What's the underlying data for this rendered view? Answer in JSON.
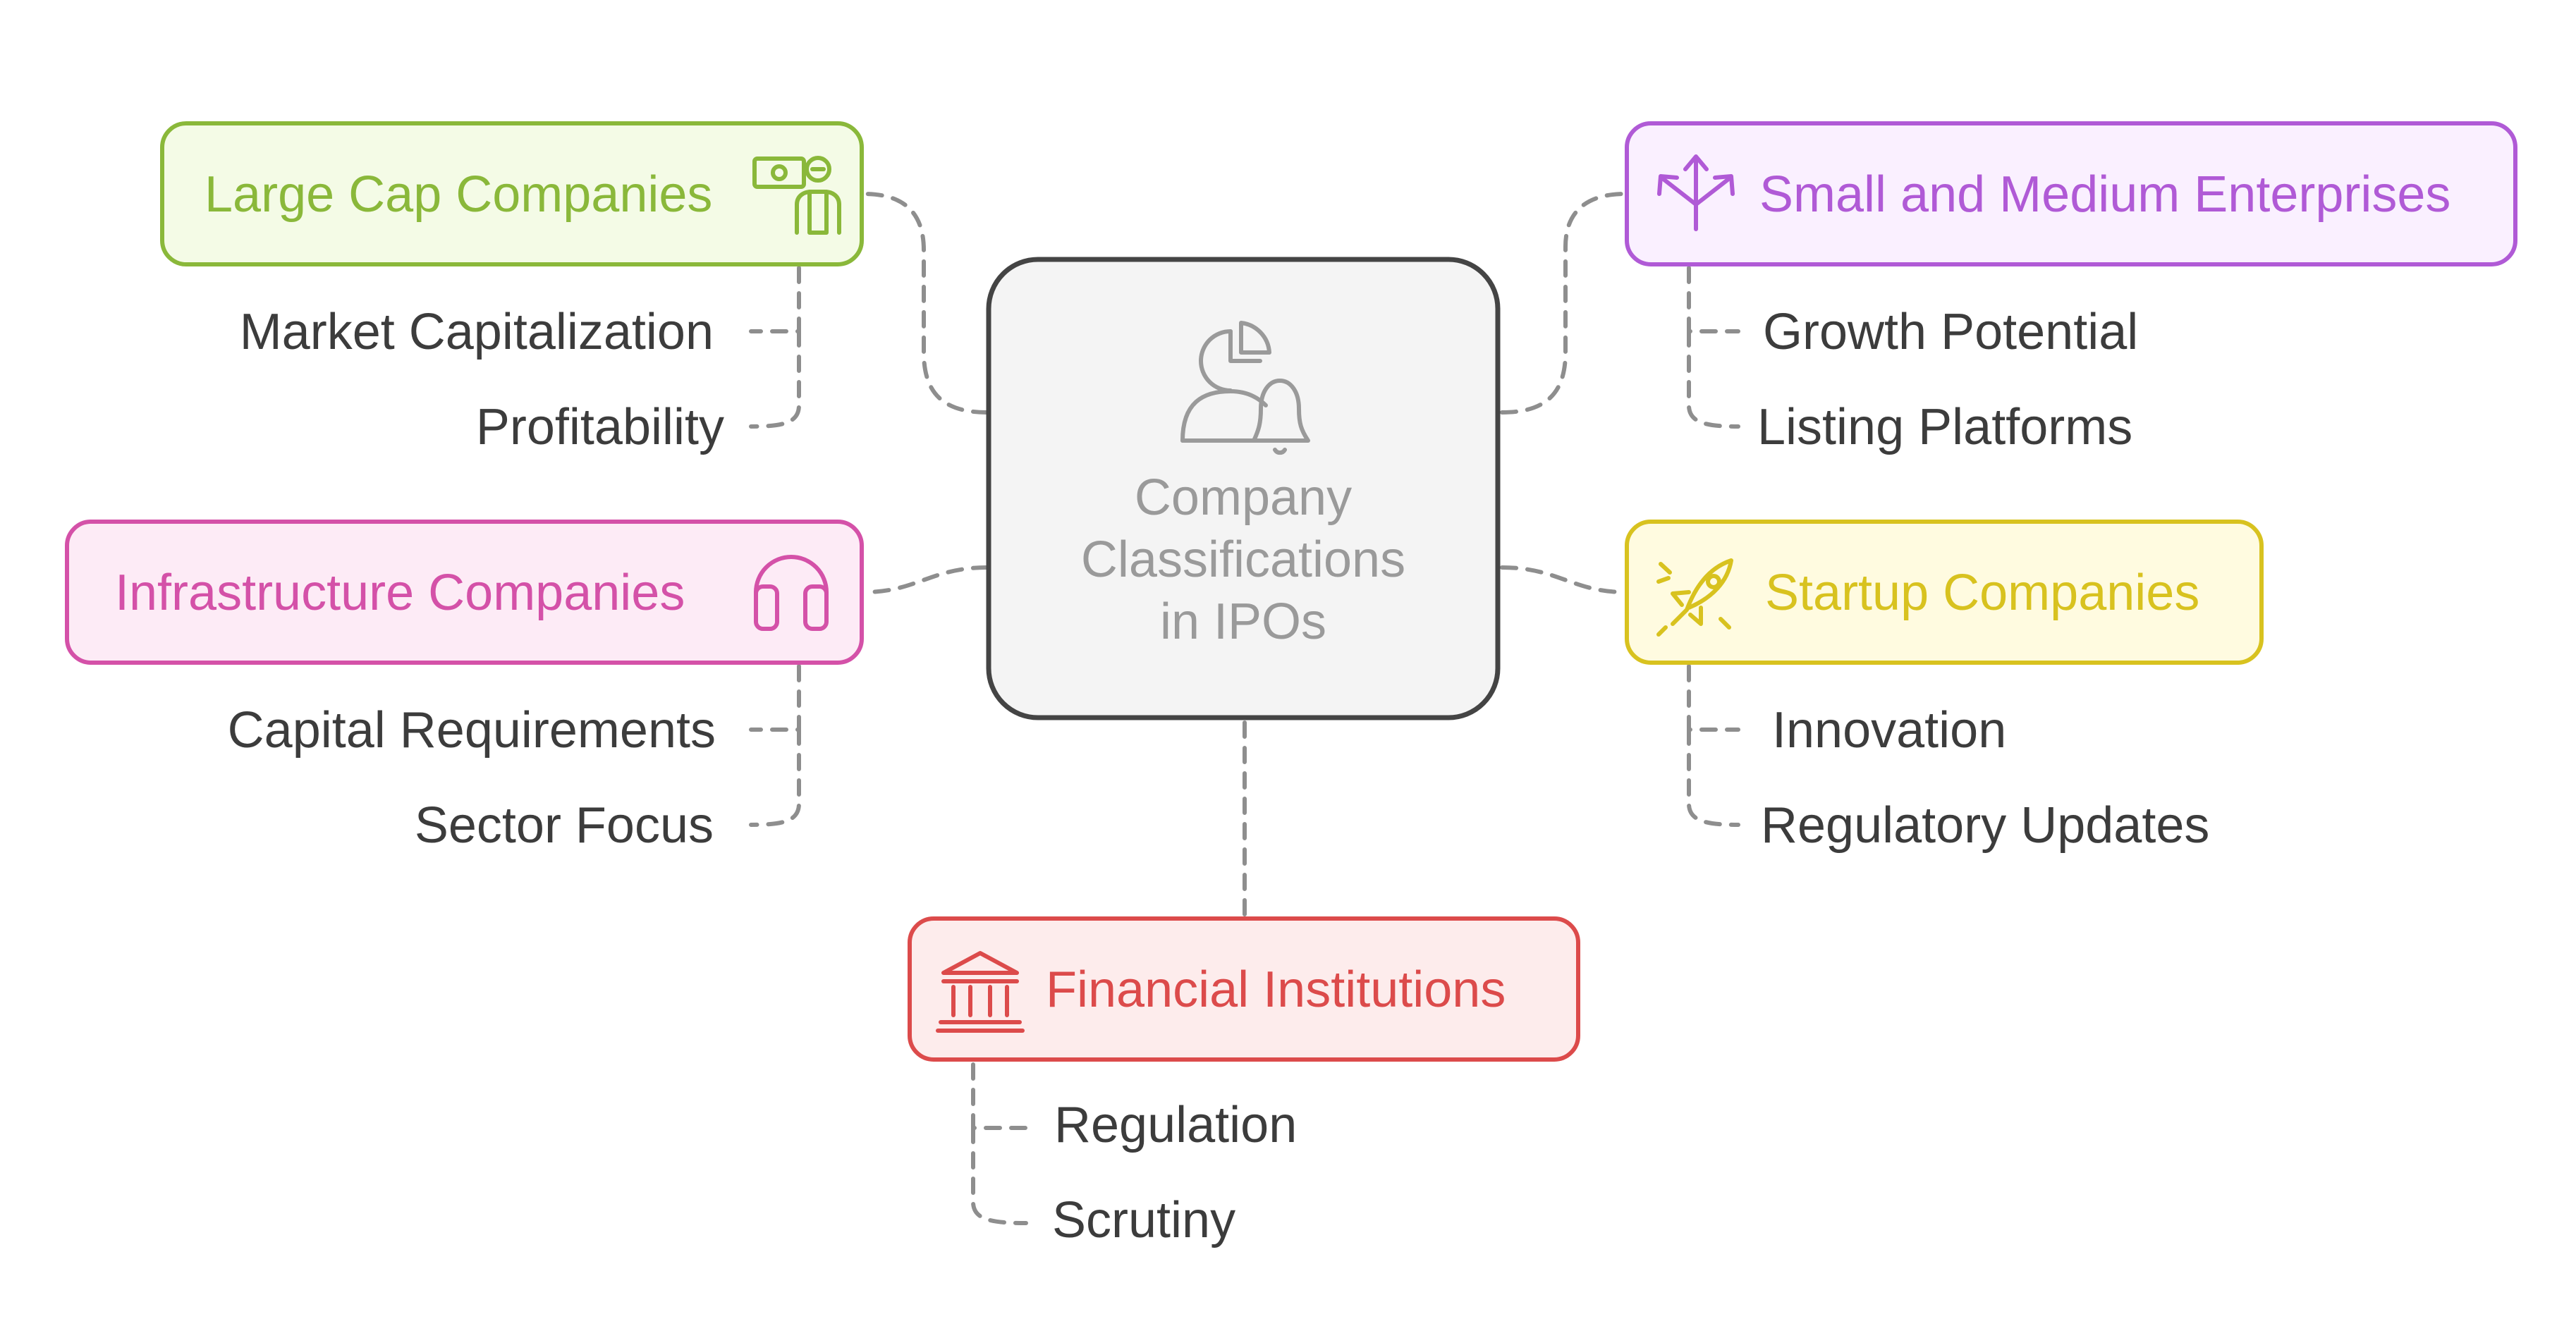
{
  "center": {
    "title_lines": [
      "Company",
      "Classifications",
      "in IPOs"
    ],
    "icon": "person-chart-bell-icon",
    "color": "#444444"
  },
  "branches": [
    {
      "key": "large-cap",
      "label": "Large Cap Companies",
      "icon": "money-person-icon",
      "color": "#8ab83a",
      "fill": "#f4fbe6",
      "children": [
        "Market Capitalization",
        "Profitability"
      ]
    },
    {
      "key": "sme",
      "label": "Small and Medium Enterprises",
      "icon": "split-arrows-icon",
      "color": "#b05ad6",
      "fill": "#faf0ff",
      "children": [
        "Growth Potential",
        "Listing Platforms"
      ]
    },
    {
      "key": "infrastructure",
      "label": "Infrastructure Companies",
      "icon": "headphones-icon",
      "color": "#d451a8",
      "fill": "#fdebf6",
      "children": [
        "Capital Requirements",
        "Sector Focus"
      ]
    },
    {
      "key": "startup",
      "label": "Startup Companies",
      "icon": "rocket-icon",
      "color": "#d8c21f",
      "fill": "#fffbe0",
      "children": [
        "Innovation",
        "Regulatory Updates"
      ]
    },
    {
      "key": "financial",
      "label": "Financial Institutions",
      "icon": "bank-icon",
      "color": "#dc4b4b",
      "fill": "#fdecec",
      "children": [
        "Regulation",
        "Scrutiny"
      ]
    }
  ]
}
